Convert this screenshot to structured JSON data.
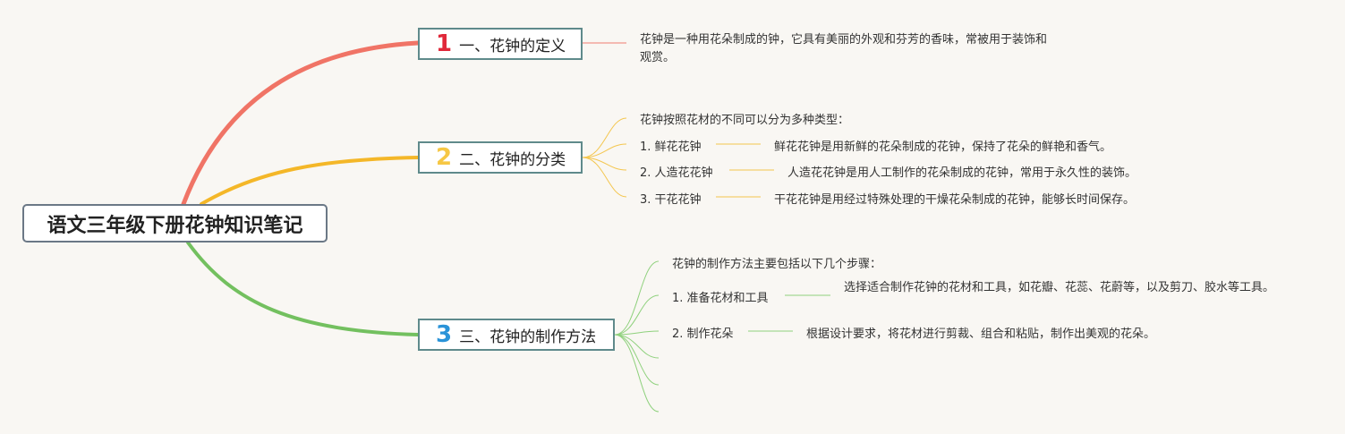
{
  "root": {
    "title": "语文三年级下册花钟知识笔记"
  },
  "colors": {
    "branch1": "#f07466",
    "branch2": "#f4b728",
    "branch3": "#73c05f",
    "node_border": "#5f8a8b",
    "background": "#f9f7f3"
  },
  "topics": [
    {
      "number": "1",
      "label": "一、花钟的定义",
      "color": "#e0283a"
    },
    {
      "number": "2",
      "label": "二、花钟的分类",
      "color": "#f6c744"
    },
    {
      "number": "3",
      "label": "三、花钟的制作方法",
      "color": "#2a93d8"
    }
  ],
  "definition": {
    "text_line1": "花钟是一种用花朵制成的钟，它具有美丽的外观和芬芳的香味，常被用于装饰和",
    "text_line2": "观赏。"
  },
  "classification": {
    "intro": "花钟按照花材的不同可以分为多种类型：",
    "items": [
      {
        "label": "1. 鲜花花钟",
        "desc": "鲜花花钟是用新鲜的花朵制成的花钟，保持了花朵的鲜艳和香气。"
      },
      {
        "label": "2. 人造花花钟",
        "desc": "人造花花钟是用人工制作的花朵制成的花钟，常用于永久性的装饰。"
      },
      {
        "label": "3. 干花花钟",
        "desc": "干花花钟是用经过特殊处理的干燥花朵制成的花钟，能够长时间保存。"
      }
    ]
  },
  "method": {
    "intro": "花钟的制作方法主要包括以下几个步骤：",
    "items": [
      {
        "label": "1. 准备花材和工具",
        "desc": "选择适合制作花钟的花材和工具，如花瓣、花蕊、花蔚等，以及剪刀、胶水等工具。"
      },
      {
        "label": "2. 制作花朵",
        "desc": "根据设计要求，将花材进行剪裁、组合和粘贴，制作出美观的花朵。"
      }
    ]
  }
}
